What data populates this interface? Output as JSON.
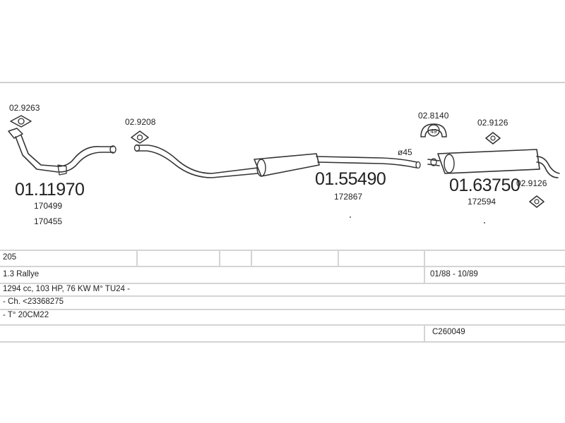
{
  "parts": {
    "front_pipe": {
      "code": "01.11970",
      "refs": [
        "170499",
        "170455"
      ]
    },
    "gasket_front": {
      "code": "02.9263"
    },
    "gasket_mid": {
      "code": "02.9208"
    },
    "middle_silencer": {
      "code": "01.55490",
      "refs": [
        "172867"
      ]
    },
    "diameter": {
      "label": "ø45"
    },
    "mount_ring": {
      "code": "02.8140",
      "icon_text": "49"
    },
    "rear_clamp_top": {
      "code": "02.9126"
    },
    "rear_silencer": {
      "code": "01.63750",
      "refs": [
        "172594"
      ]
    },
    "rear_clamp_bottom": {
      "code": "02.9126"
    }
  },
  "vehicle": {
    "model": "205",
    "variant": "1.3 Rallye",
    "years": "01/88 - 10/89",
    "engine": "1294 cc, 103 HP, 76 KW M° TU24 -",
    "chassis": "- Ch. <23368275",
    "type": "- T° 20CM22",
    "catalogue_code": "C260049"
  }
}
